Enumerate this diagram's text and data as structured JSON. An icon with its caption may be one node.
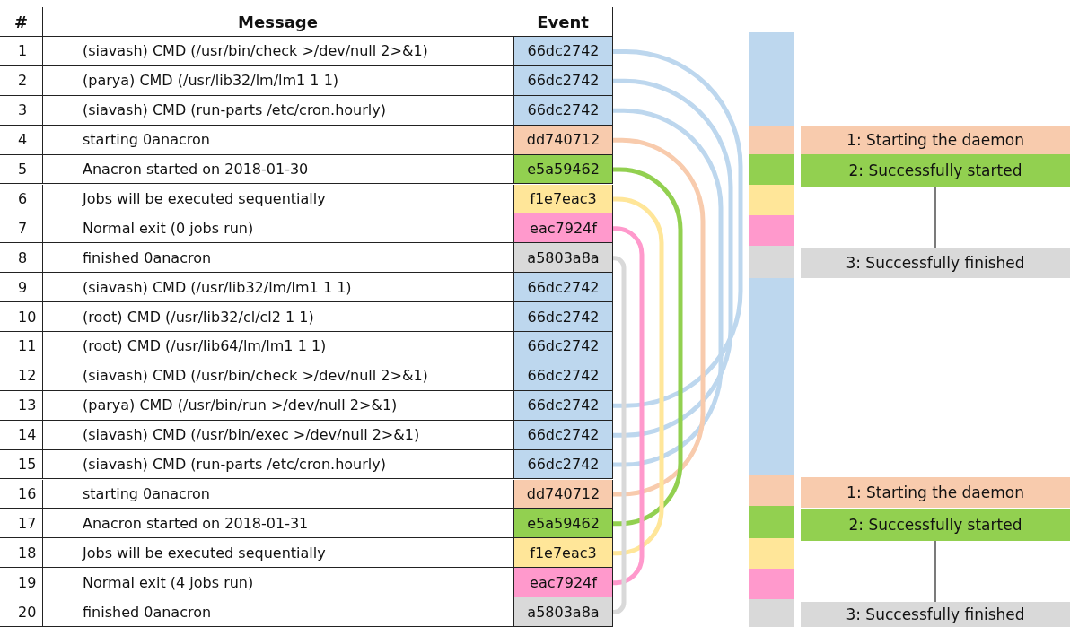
{
  "diagram": {
    "nodes": [
      {
        "text": [
          "66dc2742"
        ]
      },
      {
        "text": [
          "66dc2742"
        ]
      },
      {
        "text": [
          "66dc2742"
        ]
      },
      {
        "text": [
          "dd740712"
        ]
      },
      {
        "text": [
          "e5a59462"
        ]
      },
      {
        "text": [
          "f1e7eac3"
        ]
      },
      {
        "text": [
          "eac7924f"
        ]
      },
      {
        "text": [
          "a5803a8a"
        ]
      },
      {
        "text": [
          "66dc2742"
        ]
      },
      {
        "text": [
          "66dc2742"
        ]
      },
      {
        "text": [
          "66dc2742"
        ]
      },
      {
        "text": [
          "66dc2742"
        ]
      },
      {
        "text": [
          "66dc2742"
        ]
      },
      {
        "text": [
          "66dc2742"
        ]
      },
      {
        "text": [
          "66dc2742"
        ]
      },
      {
        "text": [
          "dd740712"
        ]
      },
      {
        "text": [
          "e5a59462"
        ]
      },
      {
        "text": [
          "f1e7eac3"
        ]
      },
      {
        "text": [
          "eac7924f"
        ]
      },
      {
        "text": [
          "a5803a8a"
        ]
      },
      {
        "text": [
          "1: Starting the daemon"
        ]
      },
      {
        "text": [
          "2: Successfully started"
        ]
      },
      {
        "text": [
          "3: Successfully finished"
        ]
      },
      {
        "text": [
          "1: Starting the daemon"
        ]
      },
      {
        "text": [
          "2: Successfully started"
        ]
      },
      {
        "text": [
          "3: Successfully finished"
        ]
      }
    ],
    "edges": [
      {
        "from": 0,
        "to": 12,
        "arrow": "none",
        "color": "#bdd7ee"
      },
      {
        "from": 1,
        "to": 13,
        "arrow": "none",
        "color": "#bdd7ee"
      },
      {
        "from": 2,
        "to": 14,
        "arrow": "none",
        "color": "#bdd7ee"
      },
      {
        "from": 3,
        "to": 15,
        "arrow": "none",
        "color": "#f8cbad"
      },
      {
        "from": 4,
        "to": 16,
        "arrow": "none",
        "color": "#92d050"
      },
      {
        "from": 5,
        "to": 17,
        "arrow": "none",
        "color": "#ffe699"
      },
      {
        "from": 6,
        "to": 18,
        "arrow": "none",
        "color": "#ff99cc"
      },
      {
        "from": 7,
        "to": 19,
        "arrow": "none",
        "color": "#d9d9d9"
      },
      {
        "from": 21,
        "to": 22,
        "arrow": "none",
        "color": "#222222"
      },
      {
        "from": 24,
        "to": 25,
        "arrow": "none",
        "color": "#222222"
      }
    ],
    "labels": [
      "#",
      "Message",
      "Event",
      "1",
      "(siavash) CMD (/usr/bin/check >/dev/null 2>&1)",
      "2",
      "(parya) CMD (/usr/lib32/lm/lm1 1 1)",
      "3",
      "(siavash) CMD (run-parts /etc/cron.hourly)",
      "4",
      "starting 0anacron",
      "5",
      "Anacron started on 2018-01-30",
      "6",
      "Jobs will be executed sequentially",
      "7",
      "Normal exit (0 jobs run)",
      "8",
      "finished 0anacron",
      "9",
      "(siavash) CMD (/usr/lib32/lm/lm1 1 1)",
      "10",
      "(root) CMD (/usr/lib32/cl/cl2 1 1)",
      "11",
      "(root) CMD (/usr/lib64/lm/lm1 1 1)",
      "12",
      "(siavash) CMD (/usr/bin/check >/dev/null 2>&1)",
      "13",
      "(parya) CMD (/usr/bin/run >/dev/null 2>&1)",
      "14",
      "(siavash) CMD (/usr/bin/exec >/dev/null 2>&1)",
      "15",
      "(siavash) CMD (run-parts /etc/cron.hourly)",
      "16",
      "starting 0anacron",
      "17",
      "Anacron started on 2018-01-31",
      "18",
      "Jobs will be executed sequentially",
      "19",
      "Normal exit (4 jobs run)",
      "20",
      "finished 0anacron"
    ]
  }
}
